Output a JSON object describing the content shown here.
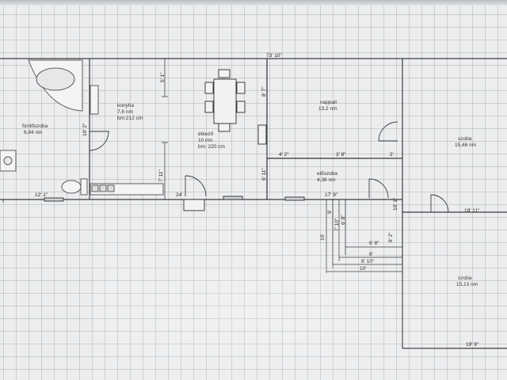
{
  "rooms": {
    "bathroom": {
      "name": "fürdőszoba",
      "area": "6,84 nm"
    },
    "kitchen": {
      "name": "konyha",
      "area": "7,6 nm",
      "volume": "bm:212 cm"
    },
    "dining": {
      "name": "étkező",
      "area": "10 nm",
      "volume": "bm: 220 cm"
    },
    "living": {
      "name": "nappali",
      "area": "13,2 nm"
    },
    "hall": {
      "name": "előszoba",
      "area": "4,38 nm"
    },
    "room1": {
      "name": "szoba",
      "area": "15,46 nm"
    },
    "room2": {
      "name": "szoba",
      "area": "15,13 nm"
    }
  },
  "dimensions": {
    "overall_top": "73' 10\"",
    "d_5_1": "5' 1\"",
    "d_8_7": "8' 7\"",
    "d_19_2": "19' 2\"",
    "d_7_11": "7' 11\"",
    "d_6_11": "6' 11\"",
    "d_4_2": "4' 2\"",
    "d_3_8": "3' 8\"",
    "d_2": "2'",
    "d_12_1": "12' 1\"",
    "d_24": "24'",
    "d_17_9": "17' 9\"",
    "d_10_1": "10' 1\"",
    "d_19_11": "19' 11\"",
    "d_10": "10'",
    "d_9": "9'",
    "d_7_10": "7' 10\"",
    "d_6_8v": "6' 8\"",
    "d_6_8": "6' 8\"",
    "d_8_2": "8' 2\"",
    "d_8": "8'",
    "d_8_10": "8' 10\"",
    "d_10h": "10'",
    "d_19_9": "19' 9\""
  },
  "colors": {
    "wall": "#3a3d40",
    "grid_bg": "#ecedee",
    "fixture": "#5a5d60"
  }
}
